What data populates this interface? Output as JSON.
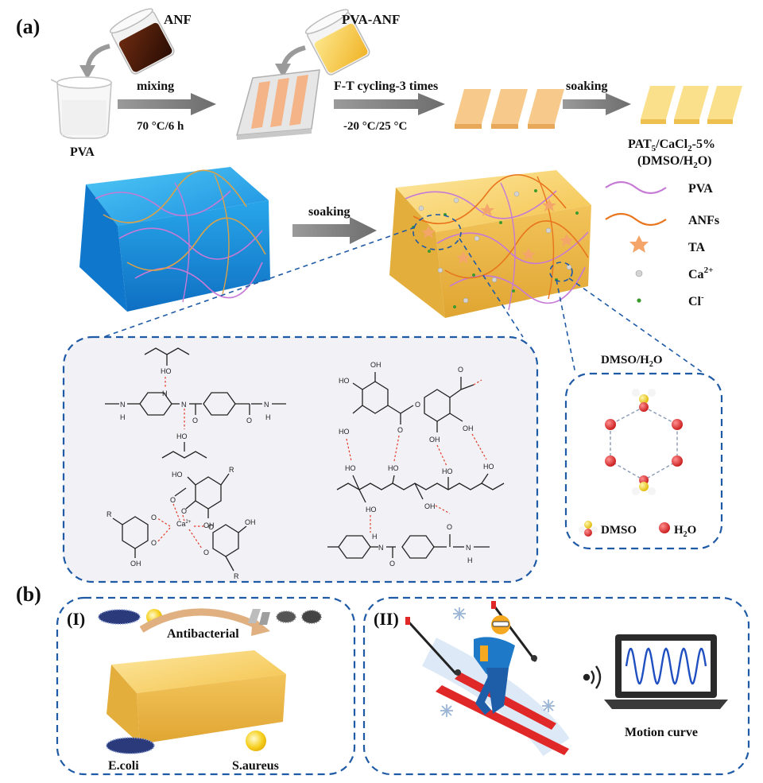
{
  "labels": {
    "panel_a": "(a)",
    "panel_b": "(b)",
    "sub_I": "(I)",
    "sub_II": "(II)"
  },
  "process": {
    "anf": "ANF",
    "pva_anf": "PVA-ANF",
    "pva": "PVA",
    "mixing": "mixing",
    "mixing_cond": "70 °C/6 h",
    "ft_cycling": "F-T cycling-3 times",
    "ft_cond": "-20 °C/25 °C",
    "soaking": "soaking",
    "product_line1": "PAT",
    "product_sub": "5",
    "product_mid": "/CaCl",
    "product_sub2": "2",
    "product_end": "-5%",
    "product_line2_a": "(DMSO/H",
    "product_line2_sub": "2",
    "product_line2_b": "O)"
  },
  "gel_soaking": "soaking",
  "legend": {
    "pva": "PVA",
    "anfs": "ANFs",
    "ta": "TA",
    "ca_base": "Ca",
    "ca_sup": "2+",
    "cl_base": "Cl",
    "cl_sup": "-",
    "colors": {
      "pva": "#c67ad6",
      "anfs": "#e8741c",
      "ta": "#f3a56a",
      "ca": "#d4d4d4",
      "cl": "#3c9a2e"
    }
  },
  "solvent_box": {
    "title_a": "DMSO/H",
    "title_sub": "2",
    "title_b": "O",
    "dmso": "DMSO",
    "h2o_a": "H",
    "h2o_sub": "2",
    "h2o_b": "O"
  },
  "chem": {
    "oh": "OH",
    "ho": "HO",
    "h": "H",
    "n": "N",
    "o": "O",
    "r": "R",
    "ca": "Ca",
    "ca_sup": "2+"
  },
  "panel_b": {
    "antibacterial": "Antibacterial",
    "ecoli": "E.coli",
    "saureus": "S.aureus",
    "motion_curve": "Motion curve"
  }
}
